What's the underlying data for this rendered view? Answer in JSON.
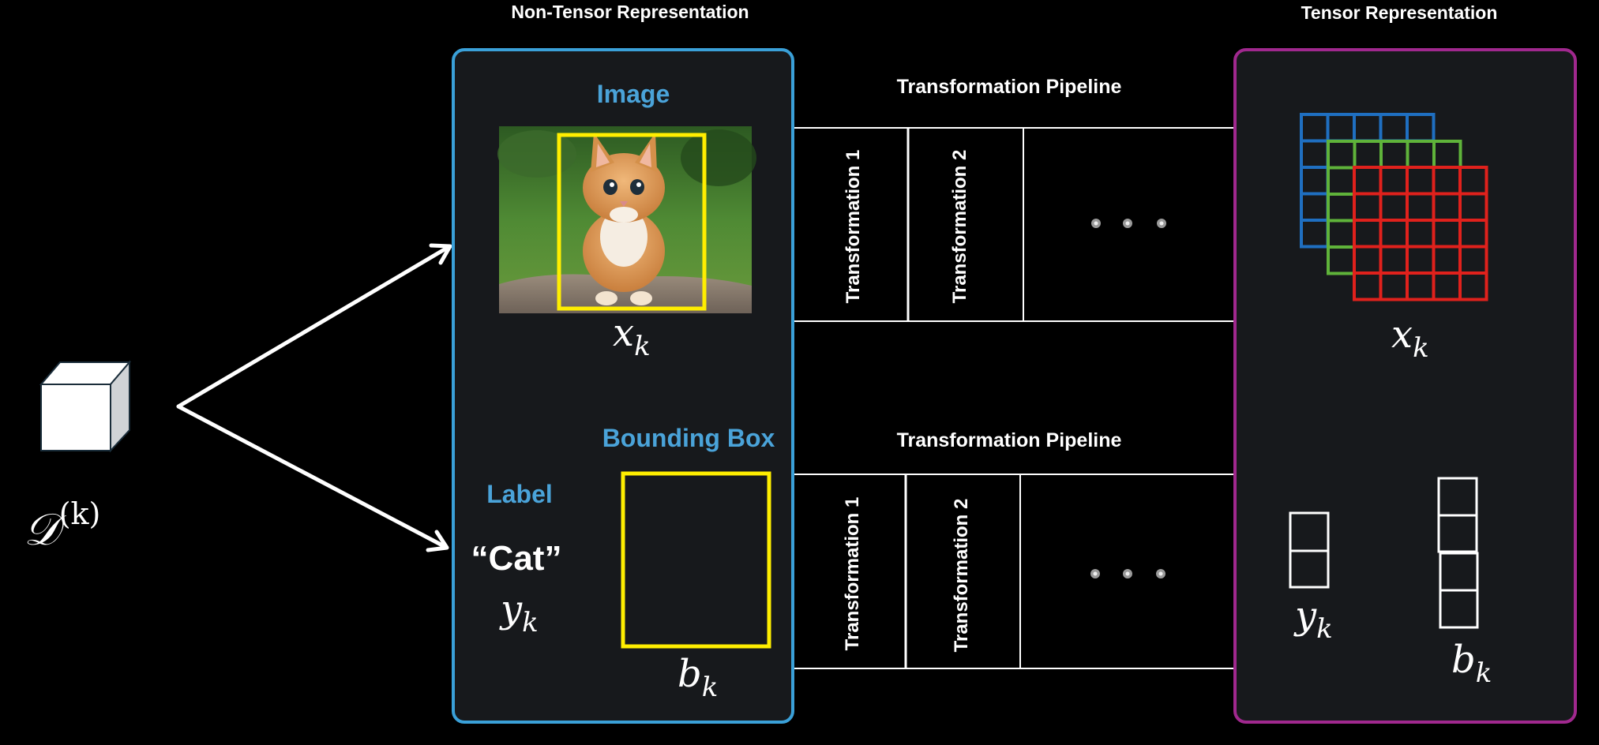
{
  "headers": {
    "non_tensor": "Non-Tensor Representation",
    "tensor": "Tensor Representation"
  },
  "dataset": {
    "symbol": "𝒟",
    "superscript": "(k)"
  },
  "non_tensor_panel": {
    "image_label": "Image",
    "image_symbol": "x",
    "image_sub": "k",
    "bbox_label": "Bounding Box",
    "bbox_symbol": "b",
    "bbox_sub": "k",
    "label_label": "Label",
    "label_value": "“Cat”",
    "label_symbol": "y",
    "label_sub": "k"
  },
  "pipelines": [
    {
      "title": "Transformation Pipeline",
      "steps": [
        "Transformation 1",
        "Transformation 2"
      ],
      "more": "• • •"
    },
    {
      "title": "Transformation Pipeline",
      "steps": [
        "Transformation 1",
        "Transformation 2"
      ],
      "more": "• • •"
    }
  ],
  "tensor_panel": {
    "x_symbol": "x",
    "x_sub": "k",
    "y_symbol": "y",
    "y_sub": "k",
    "b_symbol": "b",
    "b_sub": "k"
  },
  "colors": {
    "non_tensor_border": "#3aa0d8",
    "tensor_border": "#a0288e",
    "bbox": "#ffee00",
    "grid_blue": "#1f6fc1",
    "grid_green": "#5fb33a",
    "grid_red": "#e0211c"
  }
}
